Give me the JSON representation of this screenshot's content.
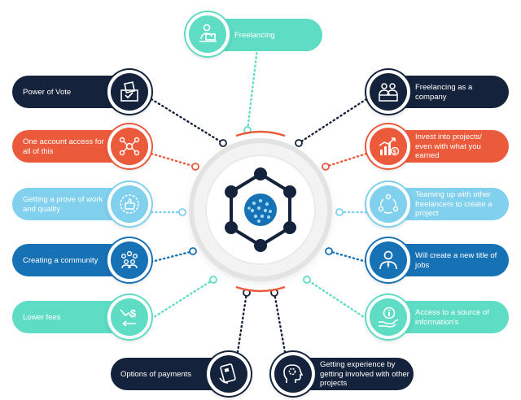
{
  "colors": {
    "navy": "#14233b",
    "orange": "#ec5a3c",
    "sky": "#80d0ee",
    "blue": "#1771b5",
    "mint": "#5fdcc4"
  },
  "center": {
    "icon": "network-hexagon-icon"
  },
  "top_node": {
    "label": "Freelancing",
    "icon": "person-laptop-icon",
    "color": "mint"
  },
  "left_nodes": [
    {
      "label": "Power of Vote",
      "icon": "ballot-box-icon",
      "color": "navy"
    },
    {
      "label": "One account access for all of this",
      "icon": "connected-users-icon",
      "color": "orange"
    },
    {
      "label": "Getting a prove of work and quality",
      "icon": "thumbs-up-badge-icon",
      "color": "sky"
    },
    {
      "label": "Creating a community",
      "icon": "community-people-icon",
      "color": "blue"
    },
    {
      "label": "Lower fees",
      "icon": "dollar-down-arrow-icon",
      "color": "mint"
    }
  ],
  "right_nodes": [
    {
      "label": "Freelancing as a company",
      "icon": "office-team-icon",
      "color": "navy"
    },
    {
      "label": "Invest into projects/ even with what you earned",
      "icon": "growth-chart-dollar-icon",
      "color": "orange"
    },
    {
      "label": "Teaming up with other freelancers to create a project",
      "icon": "team-cycle-icon",
      "color": "sky"
    },
    {
      "label": "Will create a new title of jobs",
      "icon": "job-person-icon",
      "color": "blue"
    },
    {
      "label": "Access to a source of information's",
      "icon": "info-hand-icon",
      "color": "mint"
    }
  ],
  "bottom_nodes": [
    {
      "label": "Options of payments",
      "icon": "card-payment-icon",
      "color": "navy"
    },
    {
      "label": "Getting experience by getting involved with other projects",
      "icon": "head-gear-icon",
      "color": "navy"
    }
  ]
}
